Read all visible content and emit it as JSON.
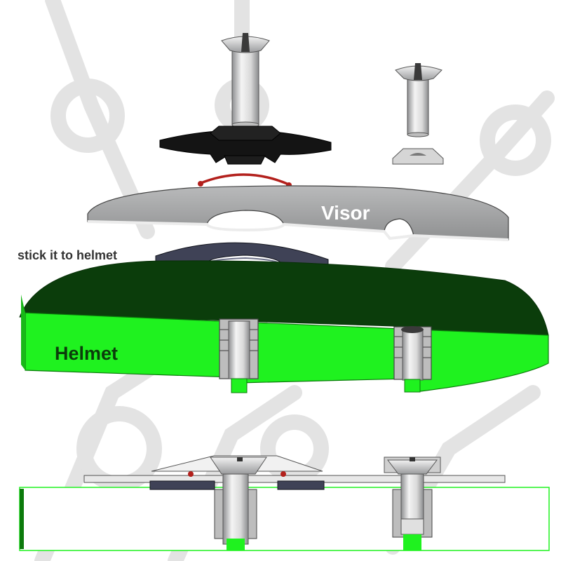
{
  "labels": {
    "visor": "Visor",
    "stick": "stick it to helmet",
    "helmet": "Helmet"
  },
  "colors": {
    "helmet_top": "#0b3d0b",
    "helmet_side": "#1ff21f",
    "visor": "#a9aaab",
    "metal": "#d7d8d9",
    "black_part": "#141414",
    "oring": "#b3201c",
    "pad": "#3f4256",
    "watermark": "#e3e3e3"
  }
}
